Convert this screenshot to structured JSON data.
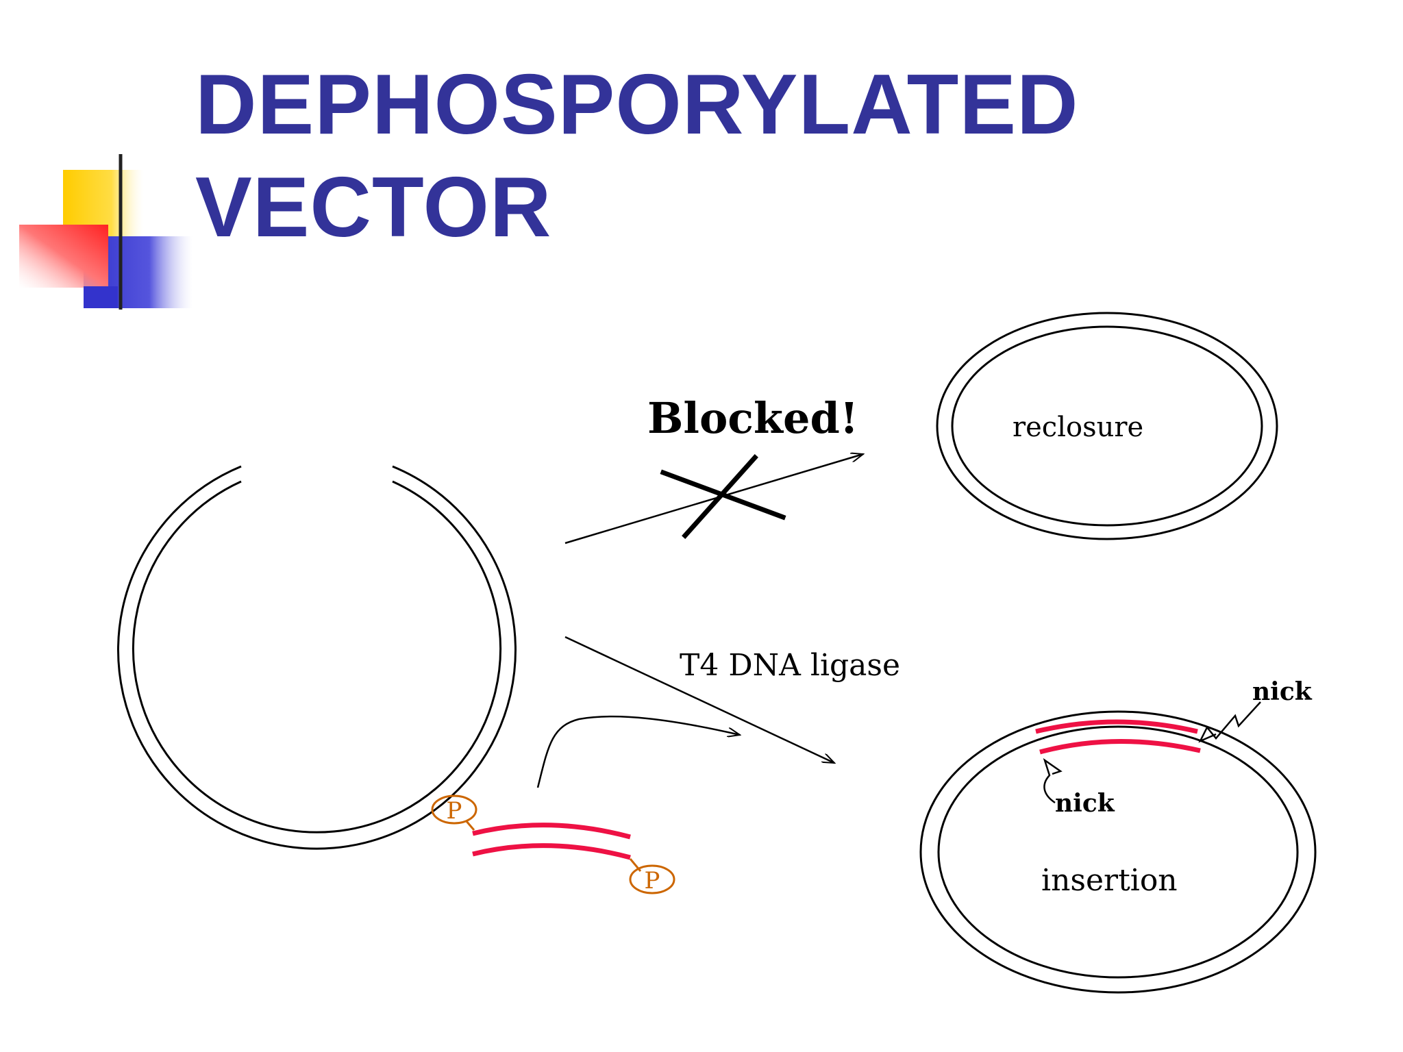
{
  "slide": {
    "title_line1": "DEPHOSPORYLATED",
    "title_line2": "VECTOR",
    "title_color": "#333399",
    "accent_yellow": "#FFCC00",
    "accent_red": "#FF3333",
    "accent_blue": "#3333CC",
    "rule_color": "#333333"
  },
  "diagram": {
    "blocked_label": "Blocked!",
    "reclosure_label": "reclosure",
    "ligase_label": "T4 DNA ligase",
    "nick_label_top": "nick",
    "nick_label_left": "nick",
    "insertion_label": "insertion",
    "phosphate_label_1": "P",
    "phosphate_label_2": "P",
    "insert_color": "#EE1144",
    "phosphate_color": "#CC6600",
    "line_color": "#000000"
  }
}
